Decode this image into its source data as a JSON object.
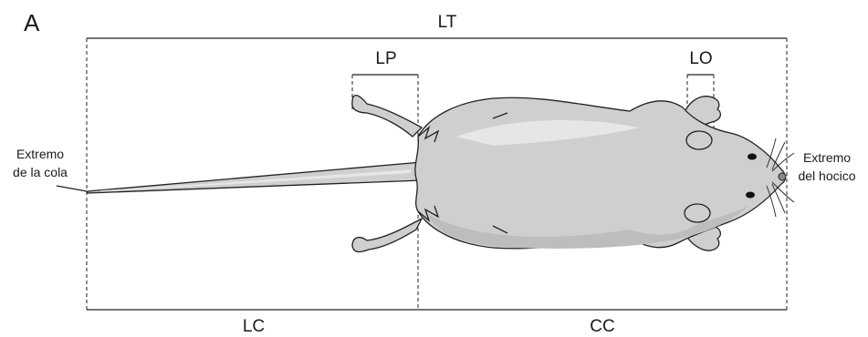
{
  "panel_label": "A",
  "measurements": {
    "total_length": "LT",
    "foot_length": "LP",
    "ear_length": "LO",
    "tail_length": "LC",
    "head_body_length": "CC"
  },
  "landmarks": {
    "tail_tip_line1": "Extremo",
    "tail_tip_line2": "de la cola",
    "snout_tip_line1": "Extremo",
    "snout_tip_line2": "del hocico"
  },
  "colors": {
    "fur": "#cfcfcf",
    "shadow": "#bdbdbd",
    "outline": "#222222"
  }
}
